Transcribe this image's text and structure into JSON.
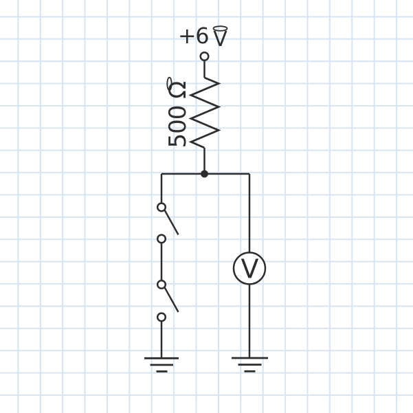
{
  "labels": {
    "supply_value": "+6",
    "supply_unit": "V",
    "resistor": "500 Ω",
    "voltmeter": "V"
  },
  "colors": {
    "background": "#ffffff",
    "grid_line": "#d7e4f2",
    "ink": "#2d2d2d"
  },
  "circuit": {
    "description": "Pull-up resistor from +6 V supply to a node; node connects to two open SPST switches in series to ground, and to a voltmeter to ground.",
    "components": [
      {
        "id": "supply-terminal",
        "type": "voltage-terminal",
        "label": "+6 V"
      },
      {
        "id": "resistor",
        "type": "resistor",
        "value": "500 Ω",
        "orientation": "vertical"
      },
      {
        "id": "switch-1",
        "type": "spst-switch",
        "state": "open"
      },
      {
        "id": "switch-2",
        "type": "spst-switch",
        "state": "open"
      },
      {
        "id": "voltmeter",
        "type": "voltmeter",
        "label": "V"
      },
      {
        "id": "ground-left",
        "type": "ground"
      },
      {
        "id": "ground-right",
        "type": "ground"
      }
    ]
  }
}
